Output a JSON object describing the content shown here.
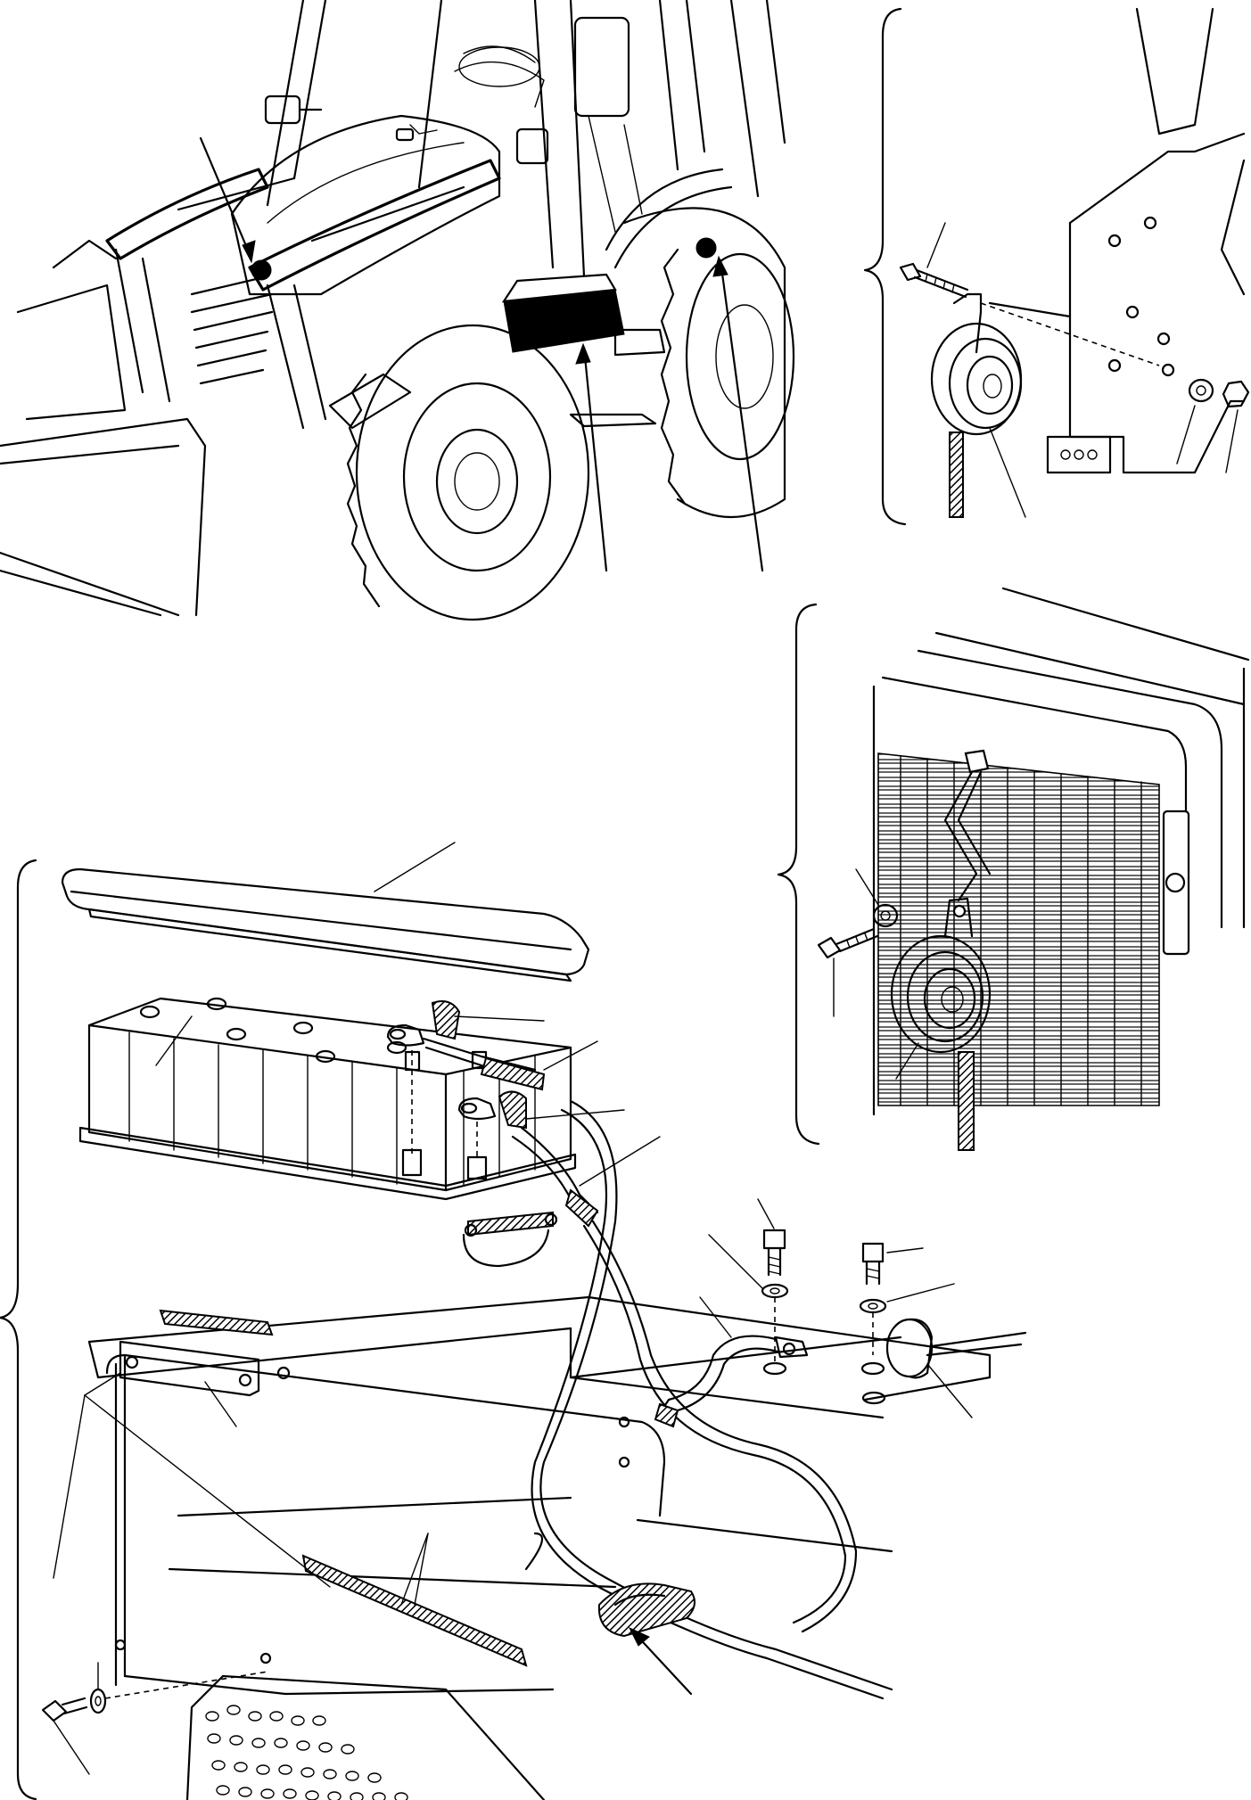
{
  "figure": {
    "panels": [
      {
        "id": "machine-overview"
      },
      {
        "id": "horn-rear-detail"
      },
      {
        "id": "horn-front-detail"
      },
      {
        "id": "battery-exploded-view"
      }
    ]
  },
  "icons": {
    "location_marker": "filled-dot-icon",
    "group_bracket": "curly-brace-icon"
  },
  "colors": {
    "ink": "#000000",
    "paper": "#ffffff"
  }
}
